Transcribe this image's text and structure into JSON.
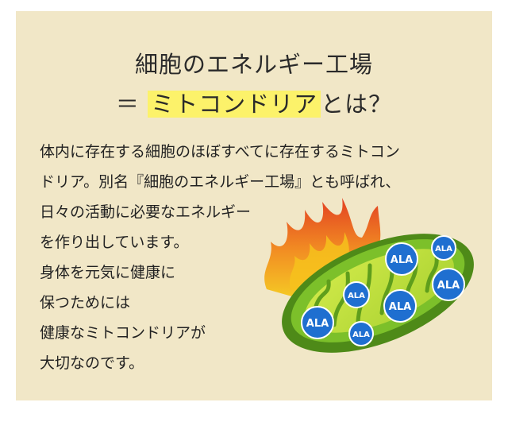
{
  "title": {
    "line1": "細胞のエネルギー工場",
    "line2_prefix": "＝ ",
    "line2_highlight": "ミトコンドリア",
    "line2_suffix": "とは？"
  },
  "body": {
    "lines": [
      "体内に存在する細胞のほぼすべてに存在するミトコン",
      "ドリア。別名『細胞のエネルギー工場』とも呼ばれ、",
      "日々の活動に必要なエネルギー",
      "を作り出しています。",
      "身体を元気に健康に",
      "保つためには",
      "健康なミトコンドリアが",
      "大切なのです。"
    ]
  },
  "illustration": {
    "molecule_label": "ALA",
    "colors": {
      "panel_background": "#f1e7c7",
      "highlight": "#fcf26a",
      "mitochondria_green": "#6fb21f",
      "ala_blue": "#1f6fd0",
      "flame_orange": "#f07a18"
    }
  }
}
